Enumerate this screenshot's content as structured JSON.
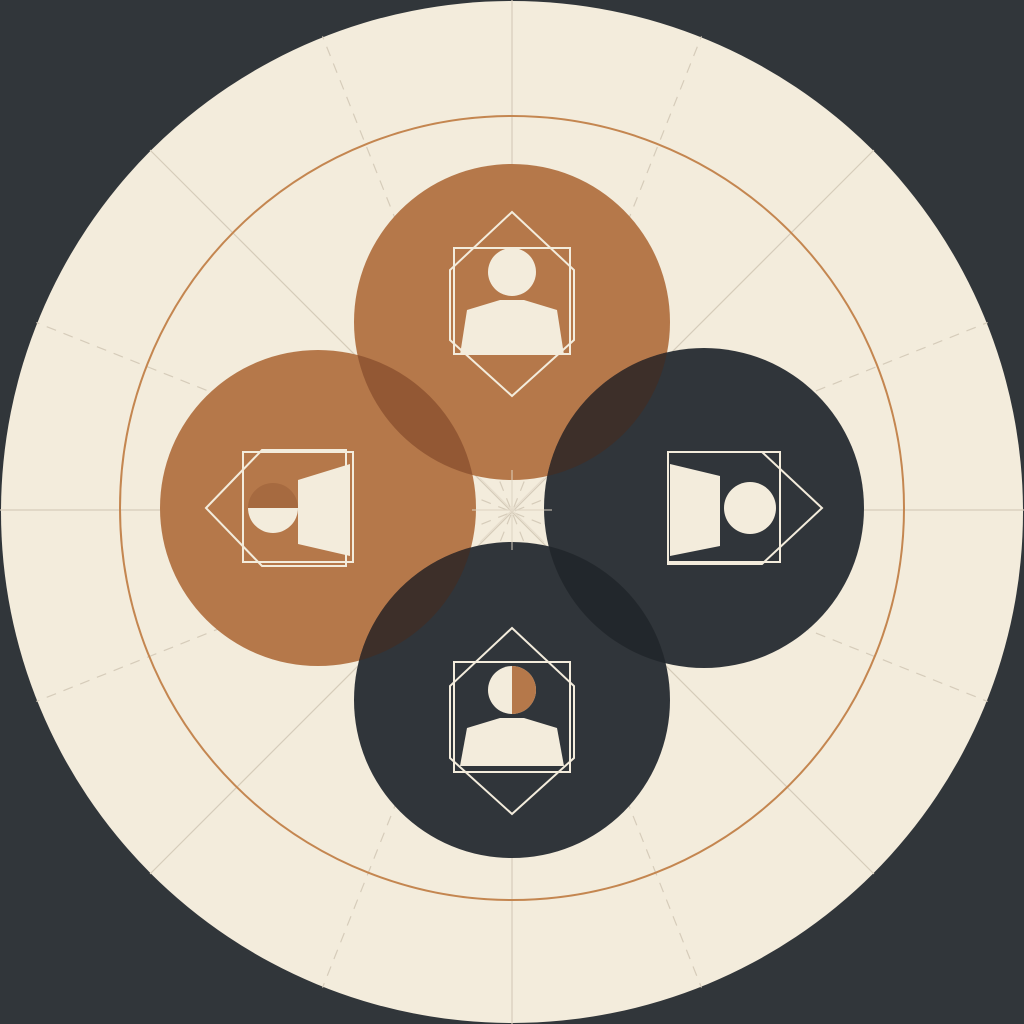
{
  "palette": {
    "background": "#31363a",
    "disc": "#f3ecdc",
    "ring": "#c48650",
    "guide_line": "#d8cfbe",
    "copper": "#b5784a",
    "charcoal": "#30353a",
    "overlap_copper": "#8f5432",
    "overlap_mixed": "#3f2f28",
    "overlap_charcoal": "#22272b",
    "icon_fill": "#f3ecdc",
    "icon_stroke": "#f3ecdc"
  },
  "figures": [
    {
      "id": "top",
      "color": "copper",
      "icon": "person-icon",
      "orientation": "up"
    },
    {
      "id": "left",
      "color": "copper",
      "icon": "person-icon",
      "orientation": "left-split"
    },
    {
      "id": "right",
      "color": "charcoal",
      "icon": "person-icon",
      "orientation": "right"
    },
    {
      "id": "bottom",
      "color": "charcoal",
      "icon": "person-icon",
      "orientation": "up-split"
    }
  ]
}
